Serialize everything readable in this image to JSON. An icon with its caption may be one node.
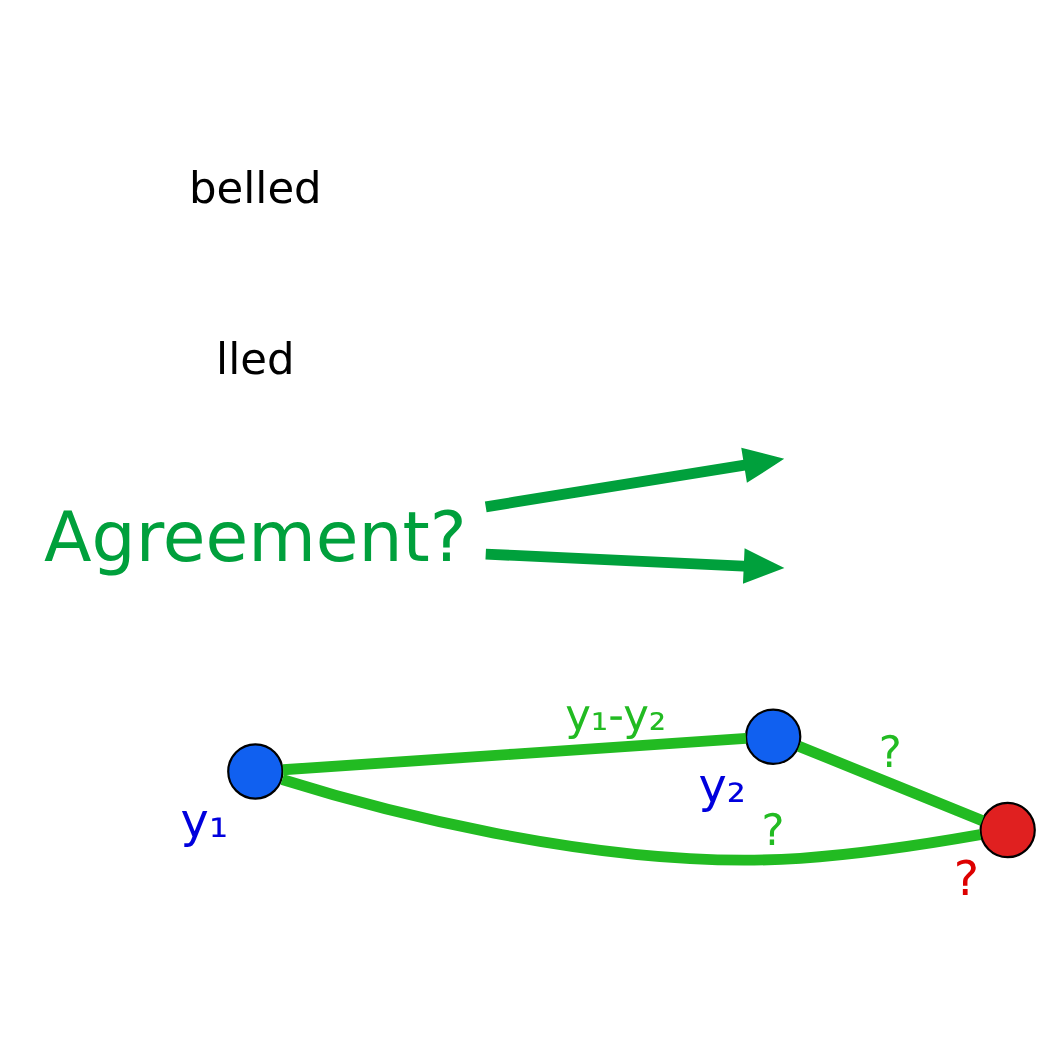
{
  "diagram": {
    "nodes": [
      {
        "text": [],
        "shape": "circle",
        "beside": [
          "y₁"
        ]
      },
      {
        "text": [],
        "shape": "circle",
        "beside": [
          "y₂"
        ]
      },
      {
        "text": [],
        "shape": "circle",
        "beside": [
          "?"
        ]
      },
      {
        "text": [
          "Agreement?"
        ]
      }
    ],
    "edges": [
      {
        "from": 0,
        "to": 1,
        "arrow": "none",
        "label": "y₁-y₂"
      },
      {
        "from": 1,
        "to": 2,
        "arrow": "none",
        "label": "?"
      },
      {
        "from": 0,
        "to": 2,
        "arrow": "none",
        "label": "?"
      },
      {
        "from": 3,
        "to": null,
        "arrow": "to",
        "color": "#00a03c"
      },
      {
        "from": 3,
        "to": null,
        "arrow": "to",
        "color": "#00a03c"
      }
    ],
    "labels": [
      "lled",
      "belled"
    ]
  }
}
